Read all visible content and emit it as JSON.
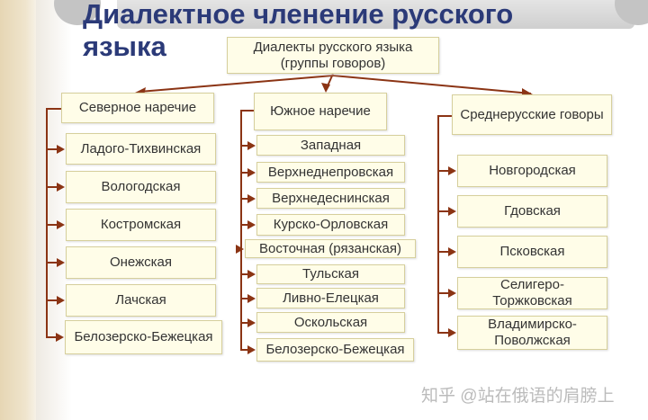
{
  "title": {
    "line1": "Диалектное членение русского",
    "line2": "языка"
  },
  "root": {
    "line1": "Диалекты русского языка",
    "line2": "(группы говоров)"
  },
  "groups": [
    {
      "label": "Северное наречие",
      "items": [
        "Ладого-Тихвинская",
        "Вологодская",
        "Костромская",
        "Онежская",
        "Лачская",
        "Белозерско-Бежецкая"
      ]
    },
    {
      "label": "Южное наречие",
      "items": [
        "Западная",
        "Верхнеднепровская",
        "Верхнедеснинская",
        "Курско-Орловская",
        "Восточная (рязанская)",
        "Тульская",
        "Ливно-Елецкая",
        "Оскольская",
        "Белозерско-Бежецкая"
      ]
    },
    {
      "label": "Среднерусские говоры",
      "items": [
        "Новгородская",
        "Гдовская",
        "Псковская",
        "Селигеро-Торжковская",
        "Владимирско-Поволжская"
      ]
    }
  ],
  "watermark": "知乎 @站在俄语的肩膀上",
  "colors": {
    "title": "#2b3a78",
    "line": "#8b3414",
    "box": "#fffde8"
  }
}
